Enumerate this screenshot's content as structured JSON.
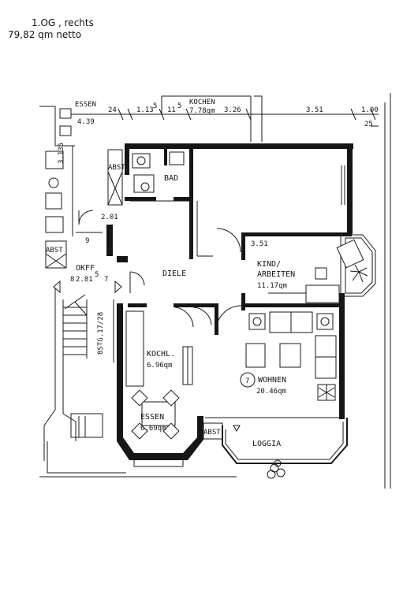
{
  "header": {
    "floor": "1.OG , rechts",
    "area": "79,82 qm netto"
  },
  "dimensions": {
    "essen_label": "ESSEN",
    "essen_width": "4.39",
    "d1": "24",
    "d2": "1.13",
    "d2_sup": "5",
    "d3": "11",
    "d3_sup": "5",
    "kochen_label": "KOCHEN",
    "kochen_area": "7.78qm",
    "d4": "3.26",
    "d5": "3.51",
    "d6": "1.00",
    "d7": "25",
    "d8": "3.135",
    "d9": "2.01",
    "d10": "9",
    "d11": "3.51",
    "d12": "7",
    "d13": "8"
  },
  "rooms": {
    "bad": "BAD",
    "abst1": "ABST",
    "abst2": "ABST",
    "abst3": "ABST",
    "diele": "DIELE",
    "okff": "OKFF",
    "okff_val": "2.81",
    "okff_sup": "5",
    "kind_l1": "KIND/",
    "kind_l2": "ARBEITEN",
    "kind_area": "11.17qm",
    "kochen_l1": "KOCHL.",
    "kochen_area": "6.96qm",
    "wohnen_num": "7",
    "wohnen_l1": "WOHNEN",
    "wohnen_area": "20.46qm",
    "essen_l1": "ESSEN",
    "essen_area": "6.69qm",
    "loggia": "LOGGIA",
    "stair_label": "8STG.17/28"
  }
}
